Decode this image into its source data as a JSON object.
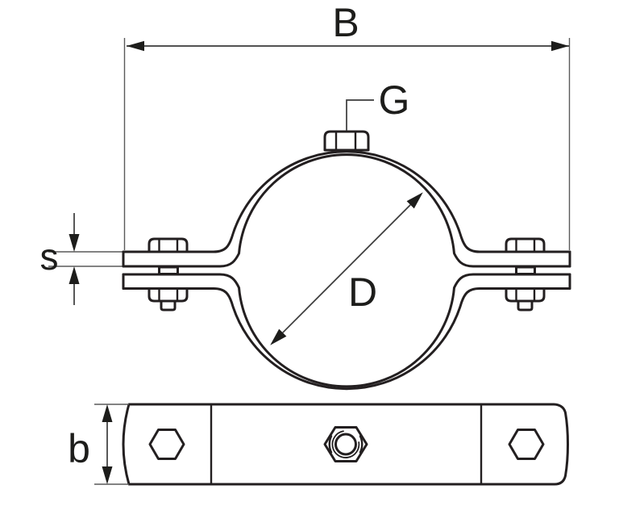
{
  "drawing": {
    "background": "#ffffff",
    "line_color": "#231f20",
    "dimension_line_color": "#3a3a3a",
    "labels": {
      "overall_width": "B",
      "thread_connection": "G",
      "clamp_diameter": "D",
      "band_thickness": "s",
      "band_width": "b"
    }
  }
}
